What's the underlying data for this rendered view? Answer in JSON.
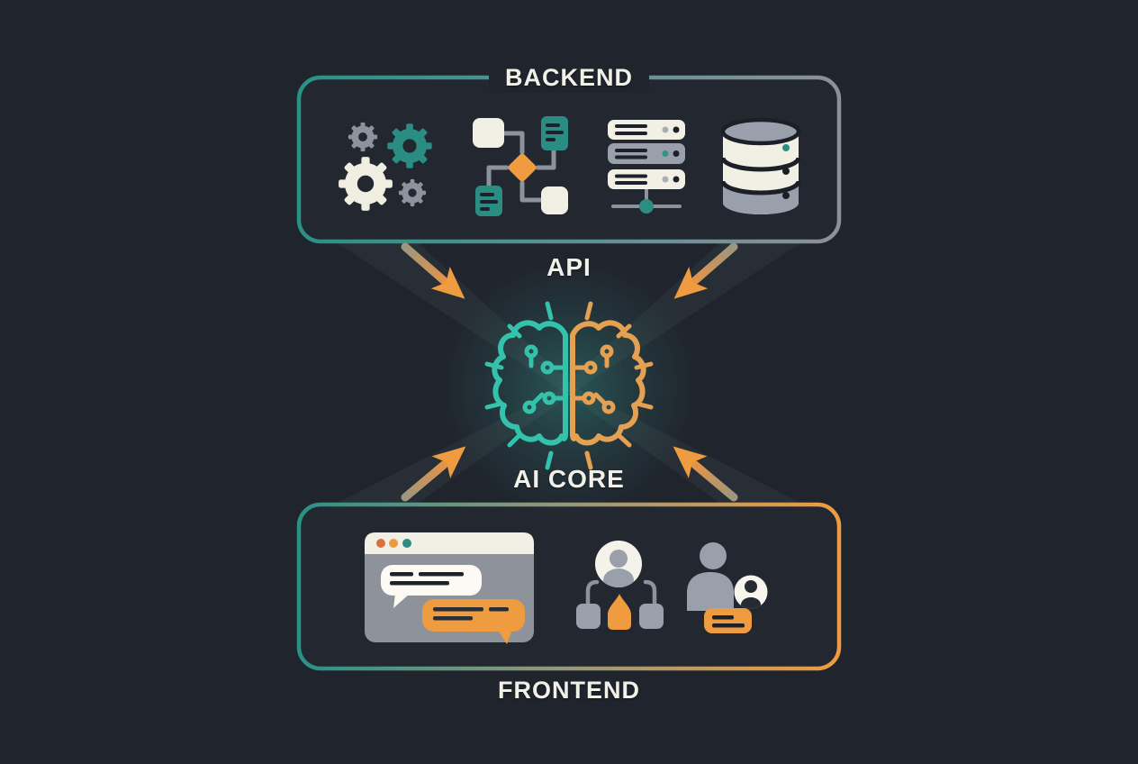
{
  "backend": {
    "label": "BACKEND",
    "icons": [
      "gears-icon",
      "workflow-icon",
      "server-stack-icon",
      "database-icon"
    ]
  },
  "core": {
    "api_label": "API",
    "label": "AI CORE",
    "icon": "ai-brain-icon"
  },
  "frontend": {
    "label": "FRONTEND",
    "icons": [
      "chat-window-icon",
      "user-network-icon",
      "user-profile-icon"
    ]
  },
  "arrows": [
    {
      "name": "arrow-backend-left-to-core"
    },
    {
      "name": "arrow-backend-right-to-core"
    },
    {
      "name": "arrow-frontend-left-to-core"
    },
    {
      "name": "arrow-frontend-right-to-core"
    }
  ],
  "colors": {
    "background": "#20242d",
    "teal": "#2a9187",
    "teal_bright": "#35c2ac",
    "orange": "#ef9b40",
    "orange_soft": "#e5a052",
    "cream": "#f2efe4",
    "gray": "#8d939c",
    "border_gray": "#8b919b",
    "dark_detail": "#1d2129",
    "text": "#f2f1e9"
  }
}
